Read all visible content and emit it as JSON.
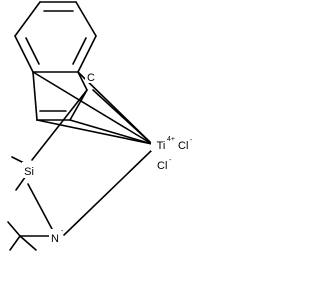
{
  "atoms": {
    "carbon": {
      "symbol": "C"
    },
    "titanium": {
      "symbol": "Ti",
      "charge": "4+"
    },
    "chloride_1": {
      "symbol": "Cl",
      "charge": "-"
    },
    "chloride_2": {
      "symbol": "Cl",
      "charge": "-"
    },
    "silicon": {
      "symbol": "Si"
    },
    "nitrogen": {
      "symbol": "N",
      "charge": "-"
    }
  },
  "colors": {
    "bond": "#000000",
    "background": "#ffffff"
  }
}
